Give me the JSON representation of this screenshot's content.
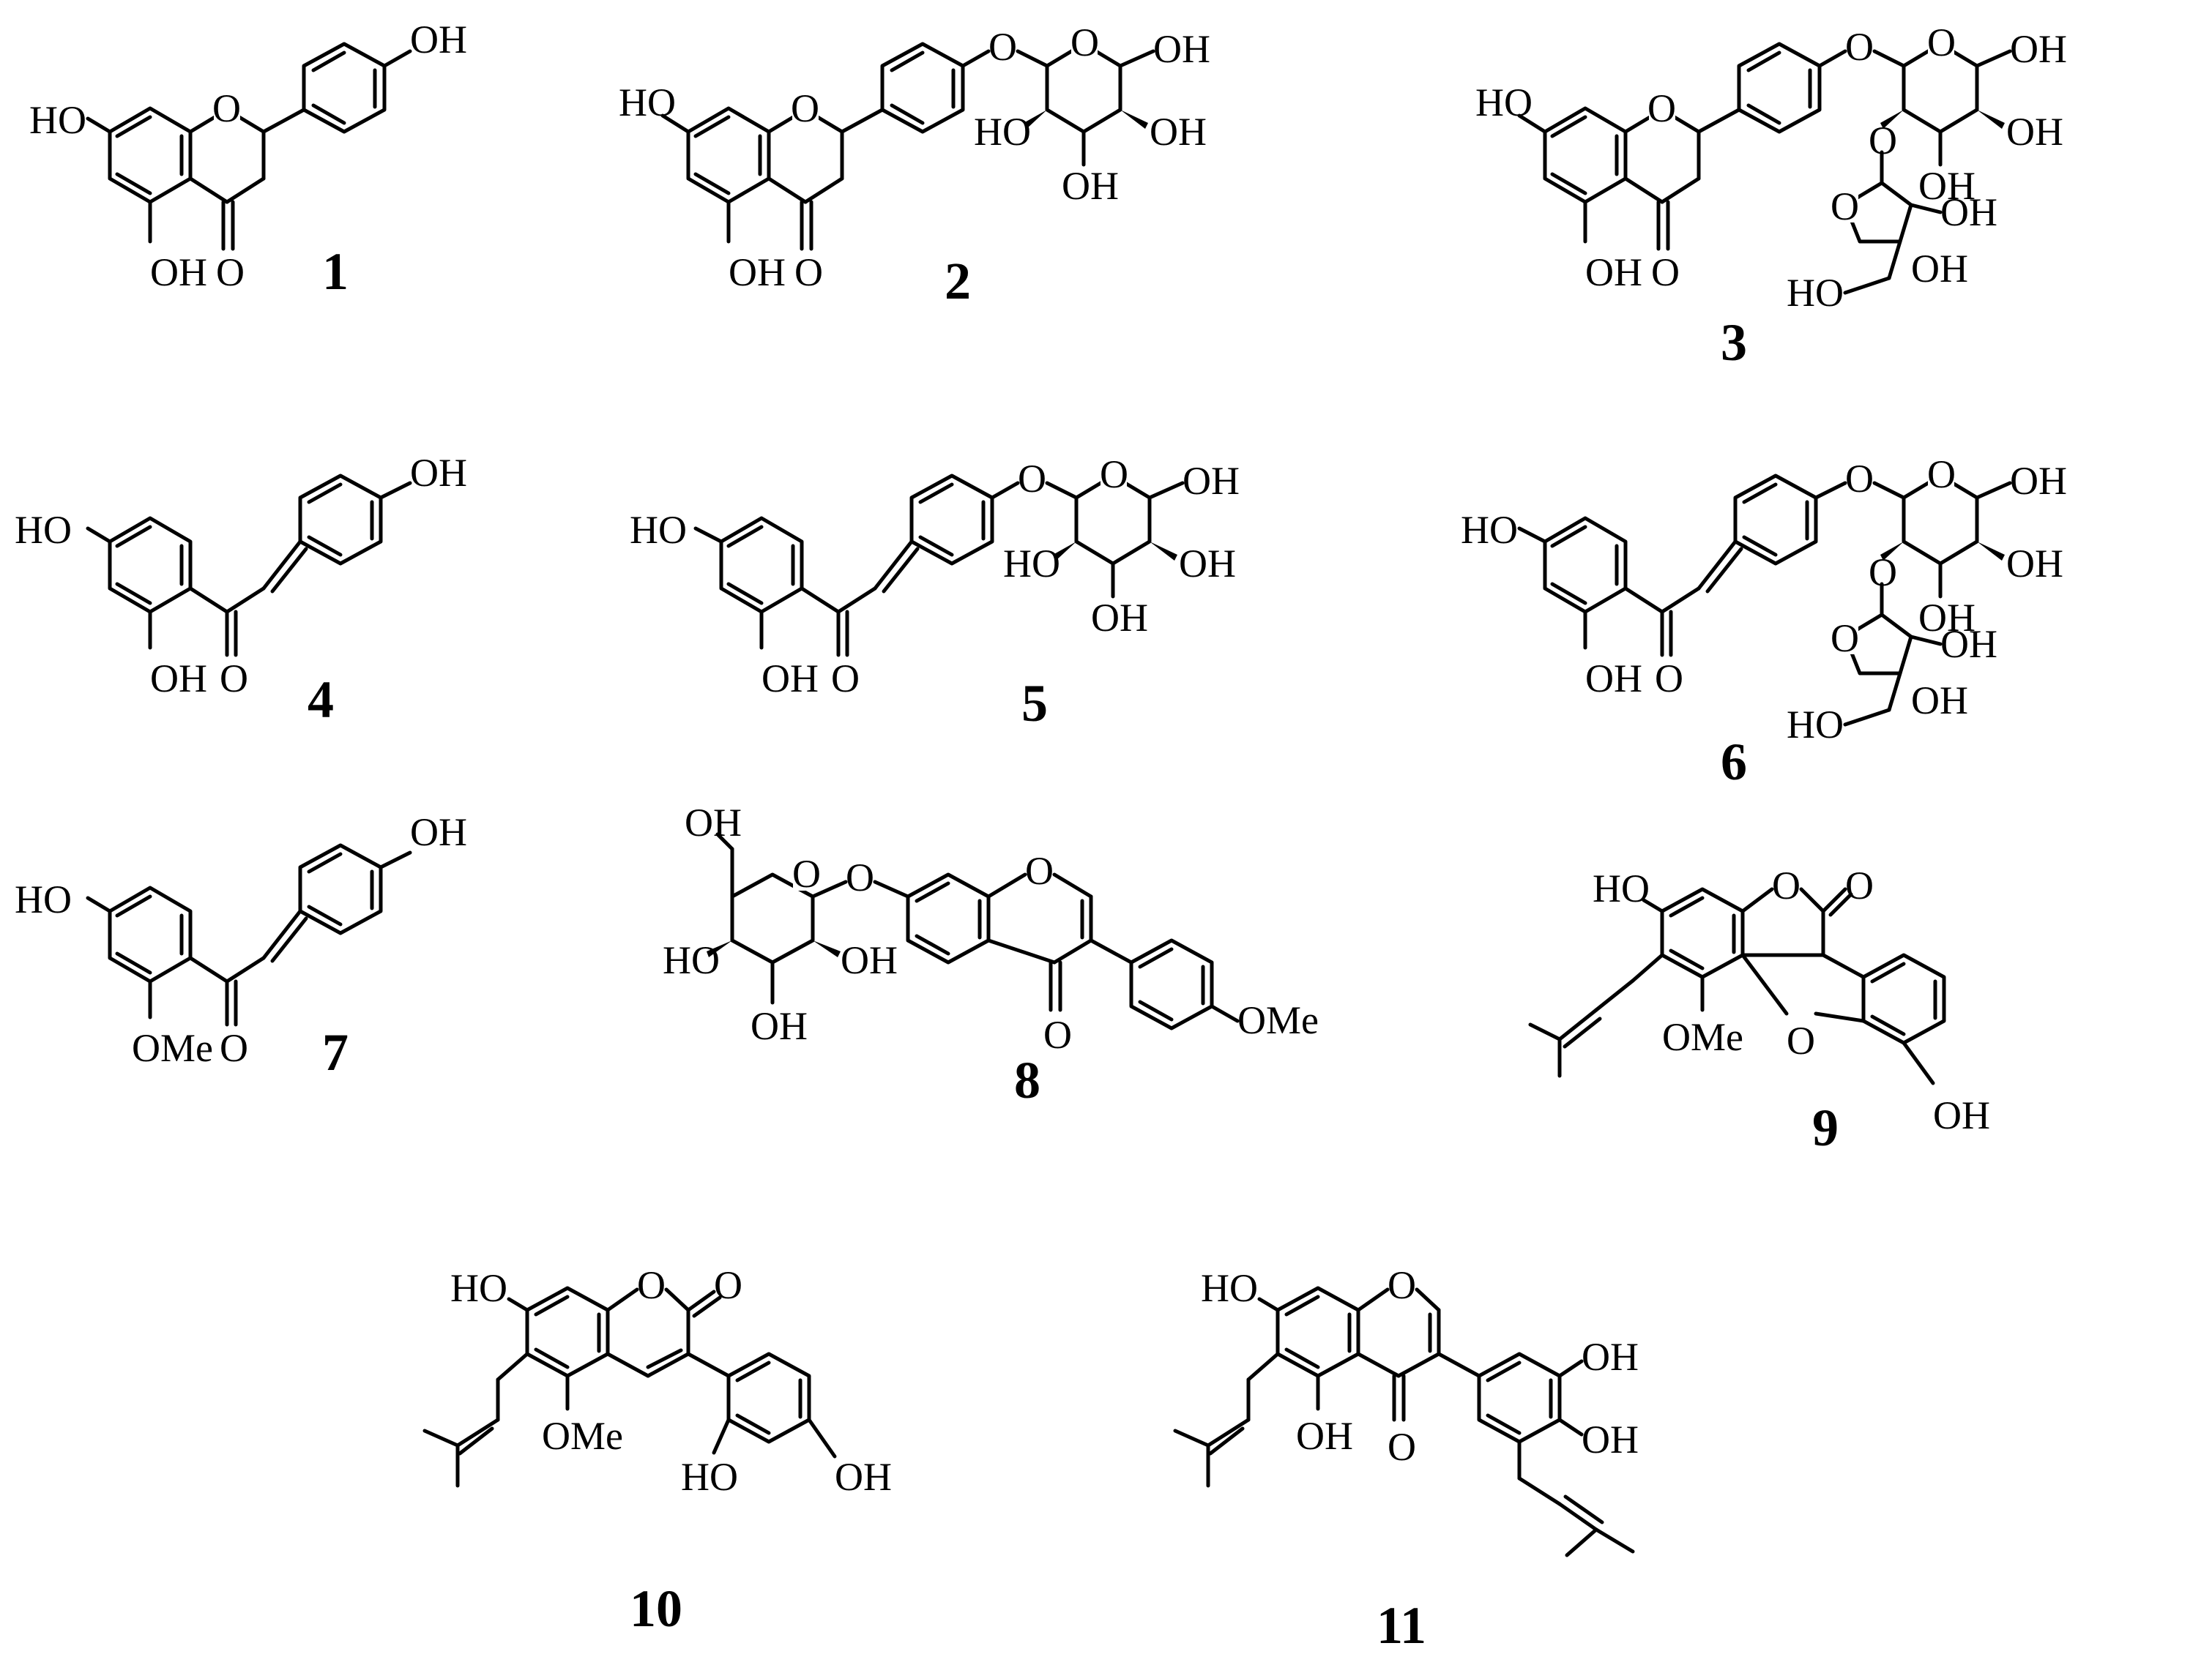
{
  "compounds": [
    {
      "number": "1",
      "labels": [
        "OH",
        "HO",
        "O",
        "OH",
        "O"
      ]
    },
    {
      "number": "2",
      "labels": [
        "O",
        "O",
        "OH",
        "HO",
        "O",
        "HO",
        "OH",
        "OH",
        "OH",
        "O"
      ]
    },
    {
      "number": "3",
      "labels": [
        "O",
        "O",
        "OH",
        "HO",
        "O",
        "O",
        "OH",
        "OH",
        "O",
        "OH",
        "OH",
        "HO",
        "OH",
        "O"
      ]
    },
    {
      "number": "4",
      "labels": [
        "OH",
        "HO",
        "OH",
        "O"
      ]
    },
    {
      "number": "5",
      "labels": [
        "O",
        "O",
        "OH",
        "HO",
        "HO",
        "OH",
        "OH",
        "OH",
        "O"
      ]
    },
    {
      "number": "6",
      "labels": [
        "O",
        "O",
        "OH",
        "HO",
        "O",
        "OH",
        "OH",
        "O",
        "OH",
        "OH",
        "HO",
        "OH",
        "O"
      ]
    },
    {
      "number": "7",
      "labels": [
        "OH",
        "HO",
        "OMe",
        "O"
      ]
    },
    {
      "number": "8",
      "labels": [
        "OH",
        "O",
        "O",
        "O",
        "HO",
        "OH",
        "OH",
        "O",
        "OMe"
      ]
    },
    {
      "number": "9",
      "labels": [
        "HO",
        "O",
        "O",
        "OMe",
        "O",
        "OH"
      ]
    },
    {
      "number": "10",
      "labels": [
        "HO",
        "O",
        "O",
        "OMe",
        "HO",
        "OH"
      ]
    },
    {
      "number": "11",
      "labels": [
        "HO",
        "O",
        "OH",
        "OH",
        "OH",
        "O"
      ]
    }
  ]
}
